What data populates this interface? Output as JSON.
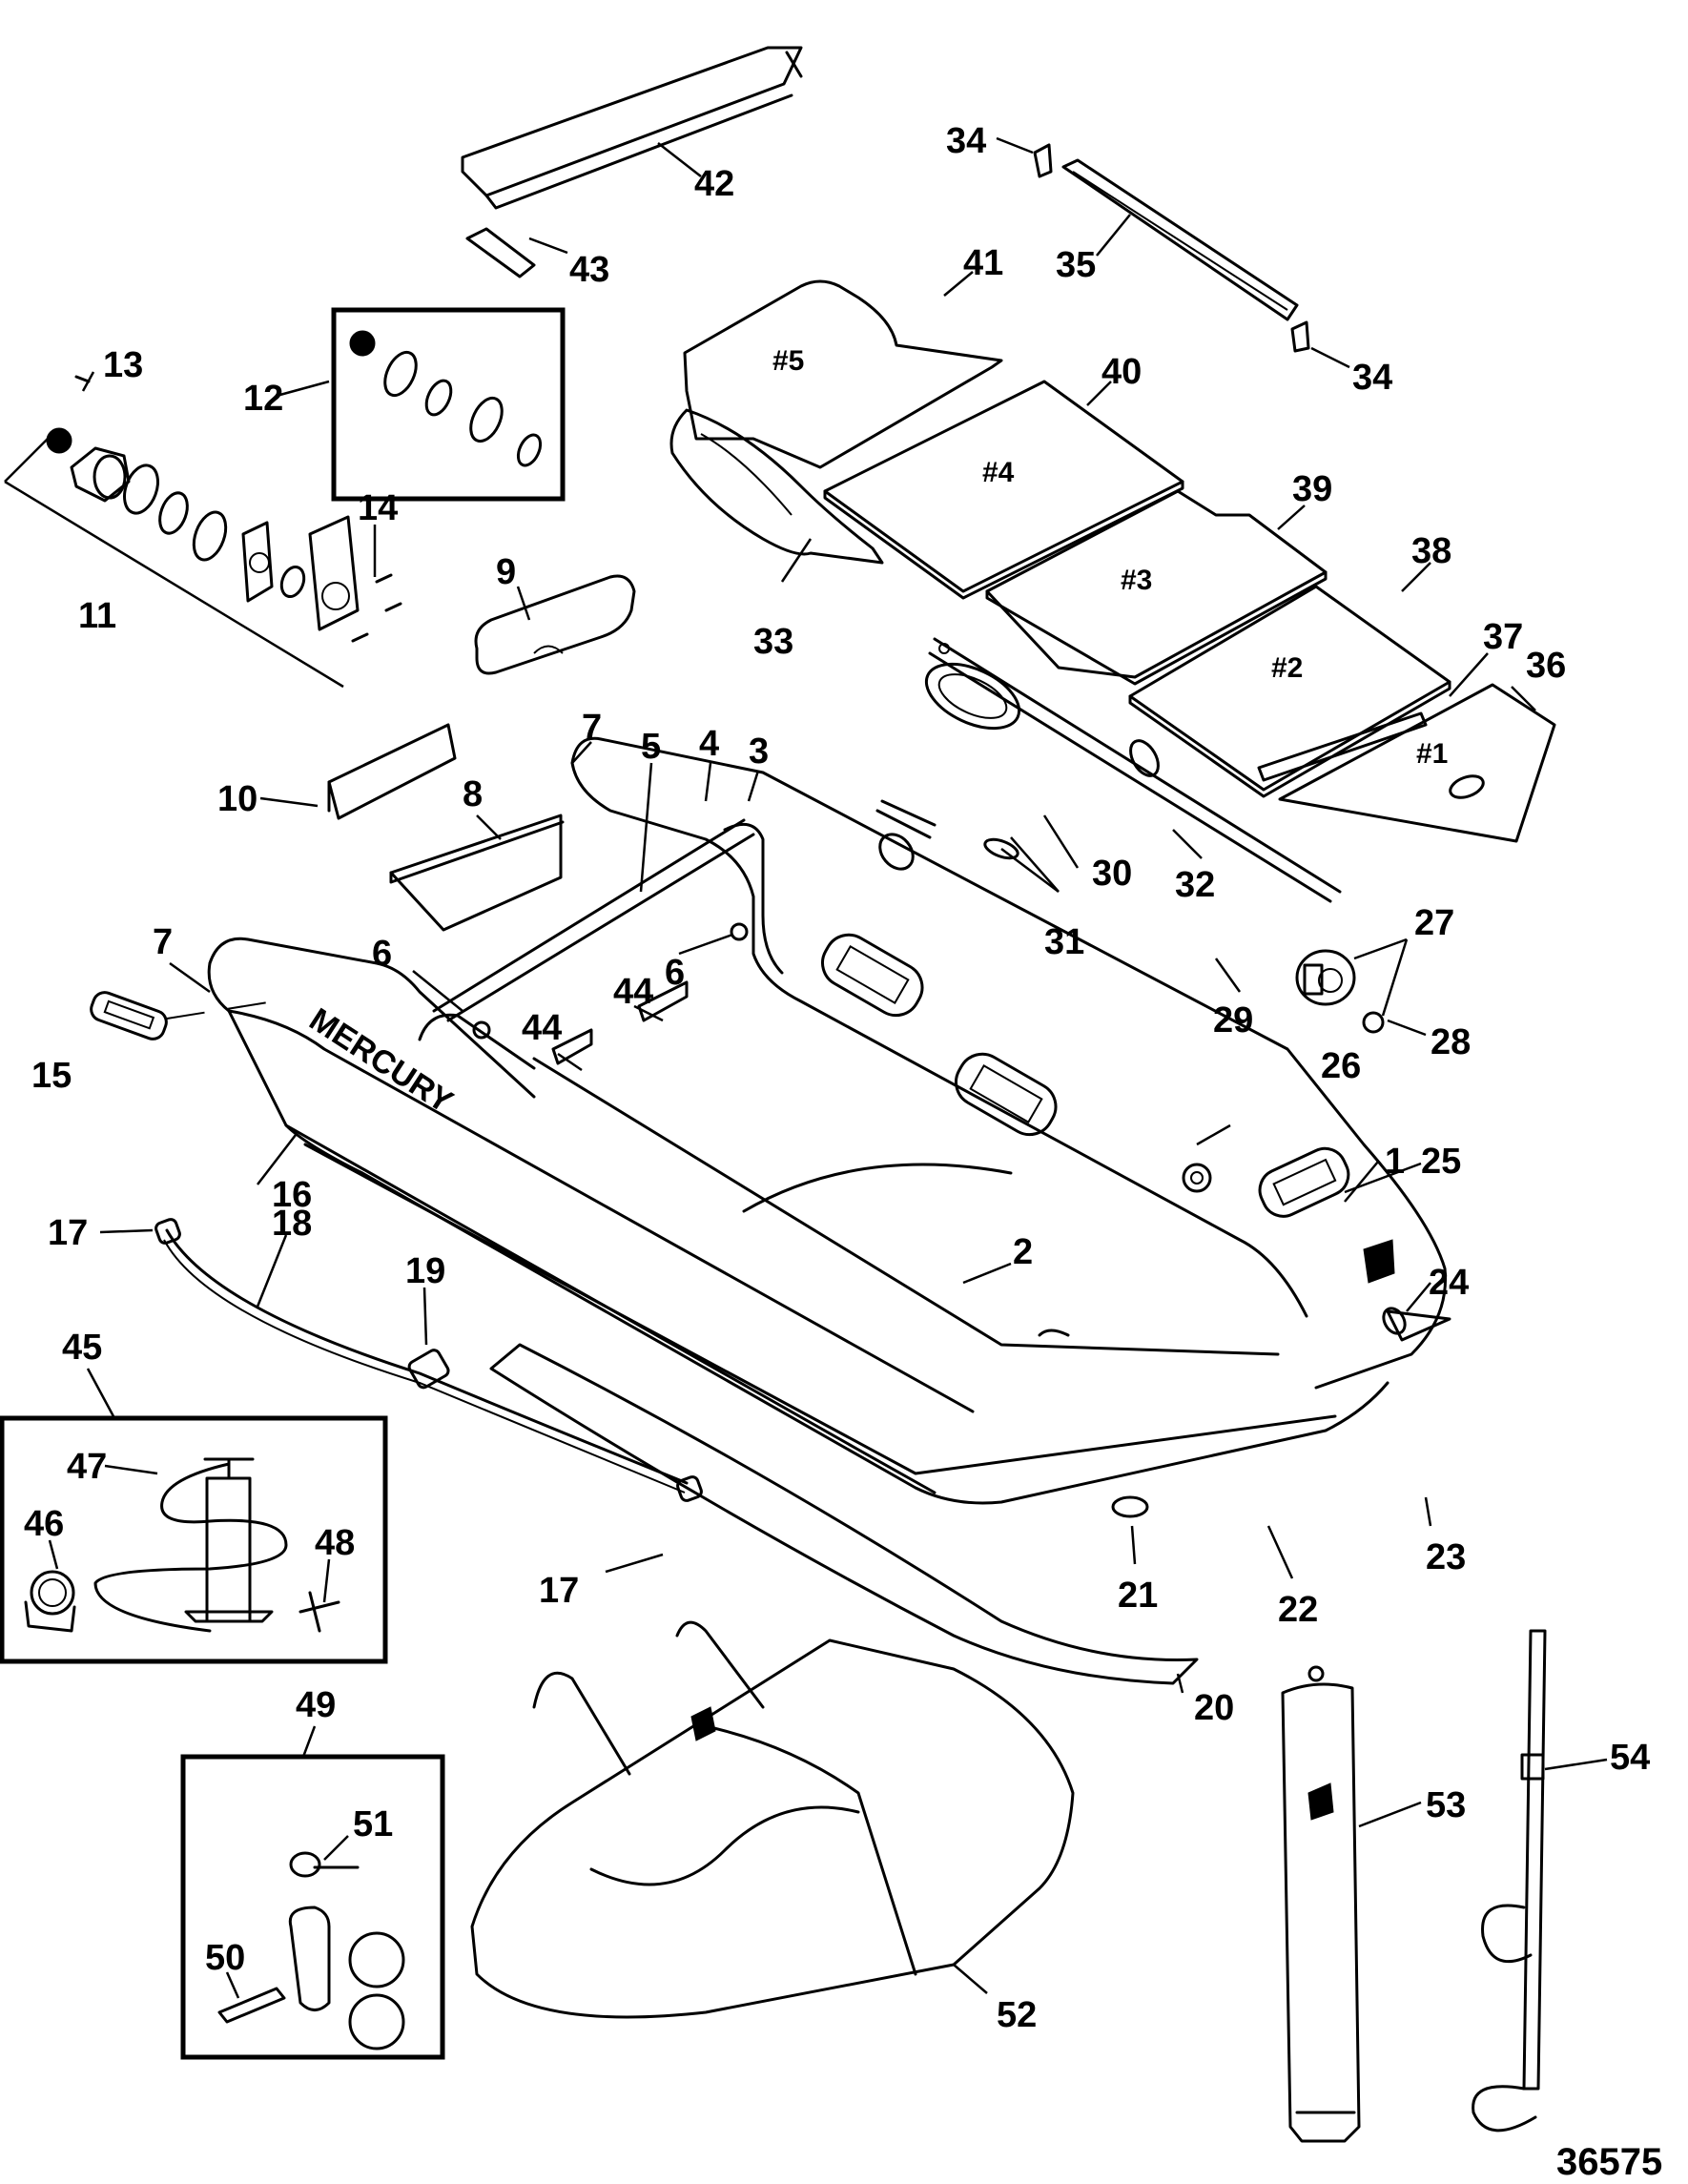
{
  "diagram": {
    "title": "Inflatable boat exploded parts view",
    "figure_number": "36575",
    "brand_text": "MERCURY",
    "seat_labels": [
      "#1",
      "#2",
      "#3",
      "#4",
      "#5"
    ],
    "callouts": [
      "1",
      "2",
      "3",
      "4",
      "5",
      "6",
      "6",
      "7",
      "7",
      "8",
      "9",
      "10",
      "11",
      "12",
      "13",
      "14",
      "15",
      "16",
      "17",
      "17",
      "18",
      "19",
      "20",
      "21",
      "22",
      "23",
      "24",
      "25",
      "26",
      "27",
      "28",
      "29",
      "30",
      "31",
      "32",
      "33",
      "34",
      "34",
      "35",
      "36",
      "37",
      "38",
      "39",
      "40",
      "41",
      "42",
      "43",
      "44",
      "44",
      "45",
      "46",
      "47",
      "48",
      "49",
      "50",
      "51",
      "52",
      "53",
      "54"
    ],
    "kits": [
      {
        "callout": "45",
        "contents": [
          "46",
          "47",
          "48"
        ],
        "description": "pump kit"
      },
      {
        "callout": "49",
        "contents": [
          "50",
          "51"
        ],
        "description": "repair kit"
      },
      {
        "callout": "12",
        "contents": [],
        "description": "valve kit"
      }
    ]
  }
}
